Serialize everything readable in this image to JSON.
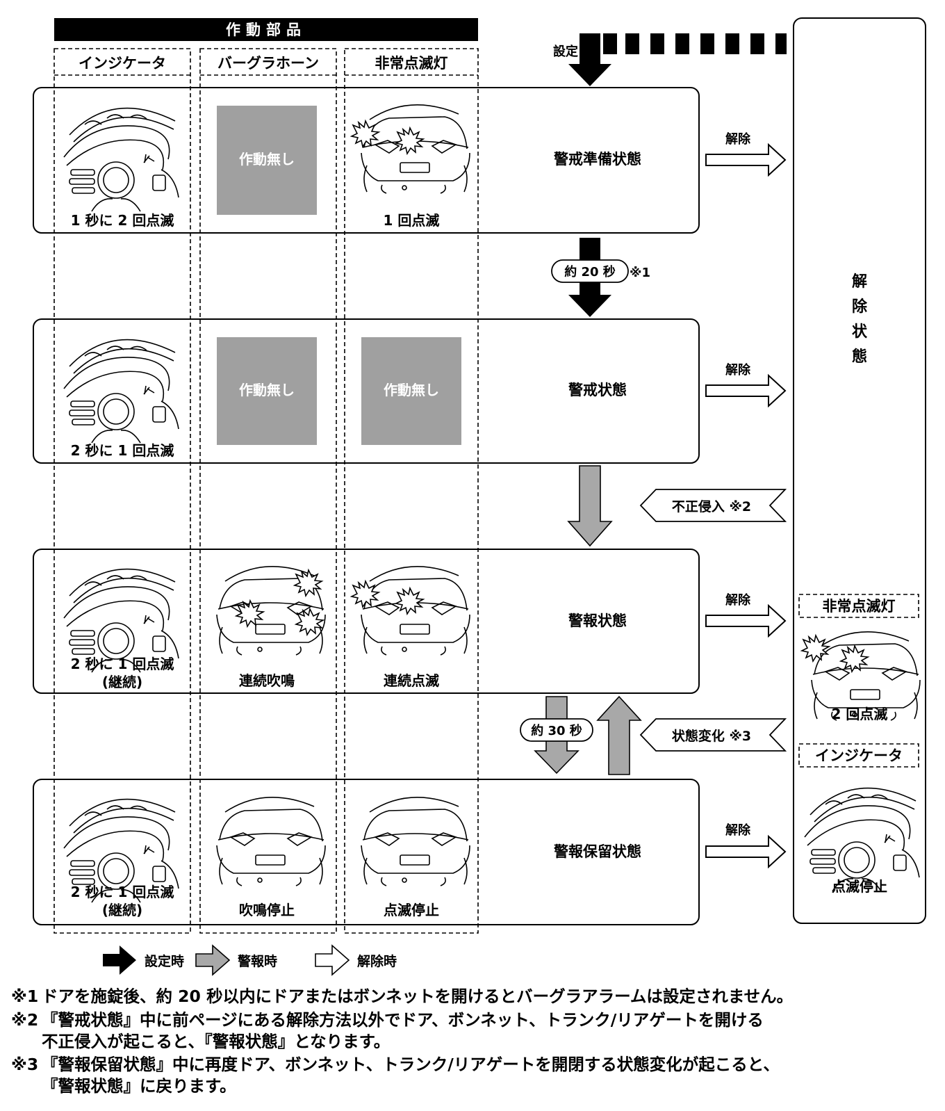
{
  "title": "作動部品",
  "columns": [
    "インジケータ",
    "バーグラホーン",
    "非常点滅灯"
  ],
  "setting_label": "設定",
  "release_label": "解除",
  "release_state_label": "解除状態",
  "release_side": {
    "hazard_title": "非常点滅灯",
    "hazard_caption": "2 回点滅",
    "indicator_title": "インジケータ",
    "indicator_caption": "点滅停止"
  },
  "states": [
    {
      "name": "警戒準備状態",
      "indicator": "1 秒に 2 回点滅",
      "indicator2": "",
      "horn": "作動無し",
      "hazard": "1 回点滅"
    },
    {
      "name": "警戒状態",
      "indicator": "2 秒に 1 回点滅",
      "indicator2": "",
      "horn": "作動無し",
      "hazard": "作動無し"
    },
    {
      "name": "警報状態",
      "indicator": "2 秒に 1 回点滅",
      "indicator2": "(継続)",
      "horn": "連続吹鳴",
      "hazard": "連続点滅"
    },
    {
      "name": "警報保留状態",
      "indicator": "2 秒に 1 回点滅",
      "indicator2": "(継続)",
      "horn": "吹鳴停止",
      "hazard": "点滅停止"
    }
  ],
  "transitions": {
    "t1": "約 20 秒",
    "t1_note": "※1",
    "t2": "約 30 秒",
    "intrusion": "不正侵入 ※2",
    "state_change": "状態変化 ※3"
  },
  "legend": [
    "設定時",
    "警報時",
    "解除時"
  ],
  "footnotes": [
    {
      "mark": "※1",
      "lines": [
        "ドアを施錠後、約 20 秒以内にドアまたはボンネットを開けるとバーグラアラームは設定されません。"
      ]
    },
    {
      "mark": "※2",
      "lines": [
        "『警戒状態』中に前ページにある解除方法以外でドア、ボンネット、トランク/リアゲートを開ける",
        "不正侵入が起こると、『警報状態』となります。"
      ]
    },
    {
      "mark": "※3",
      "lines": [
        "『警報保留状態』中に再度ドア、ボンネット、トランク/リアゲートを開閉する状態変化が起こると、",
        "『警報状態』に戻ります。"
      ]
    }
  ],
  "colors": {
    "gray_box": "#a0a0a0",
    "gray_arrow": "#a8a8a8",
    "ink": "#000000"
  }
}
